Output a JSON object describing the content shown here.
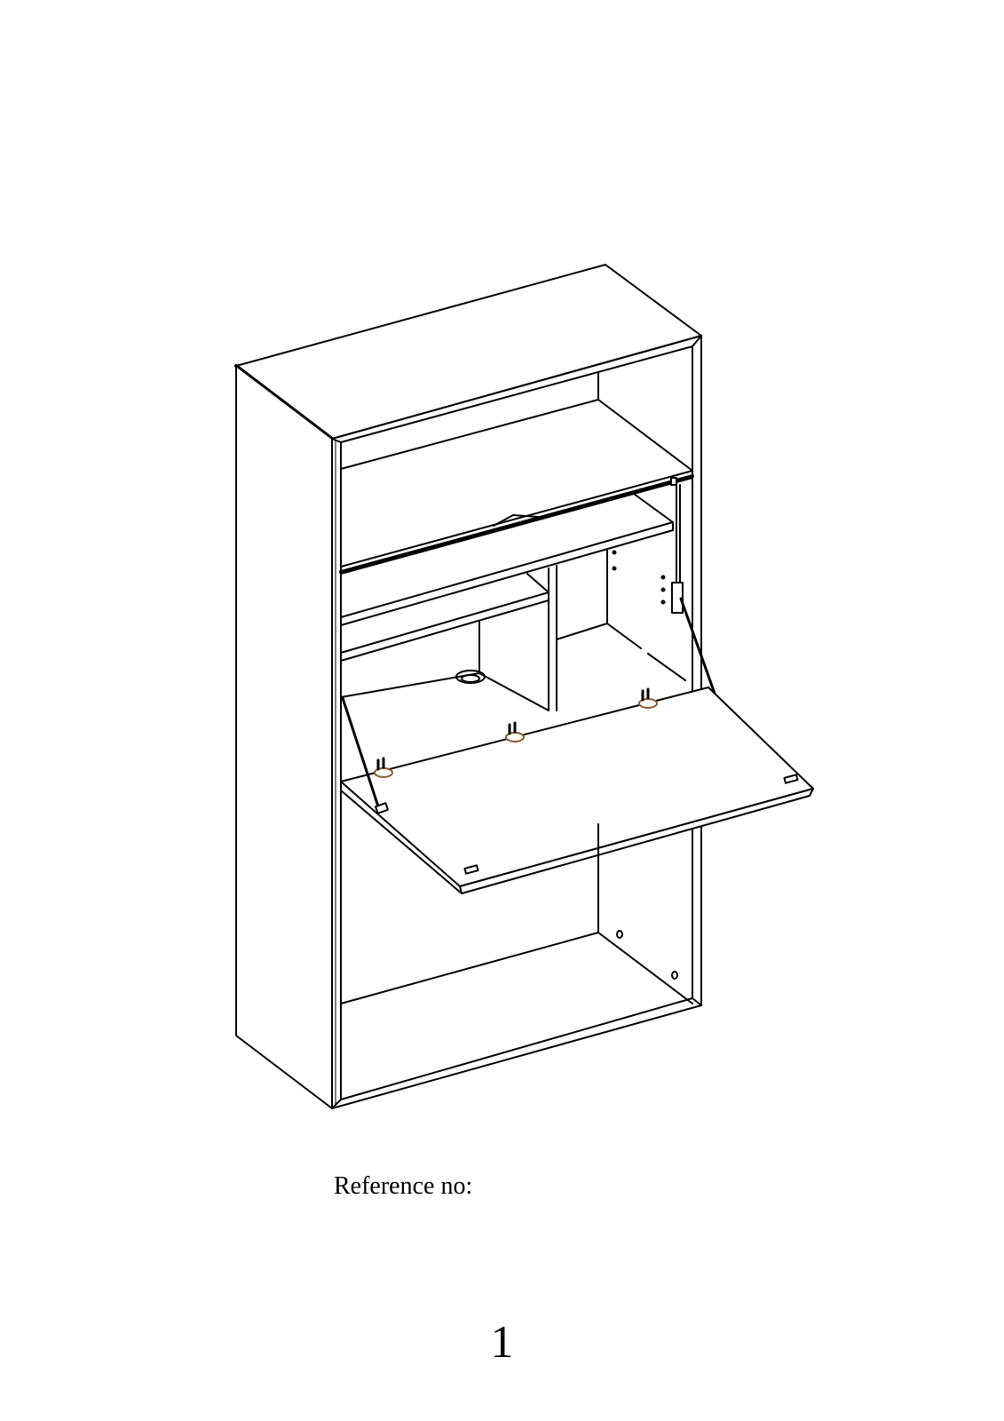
{
  "document": {
    "reference_label": "Reference no:",
    "page_number": "1"
  },
  "illustration": {
    "subject": "secretary-cabinet-with-drop-down-flap",
    "line_color": "#000000",
    "hardware_color": "#8a5a2b"
  }
}
